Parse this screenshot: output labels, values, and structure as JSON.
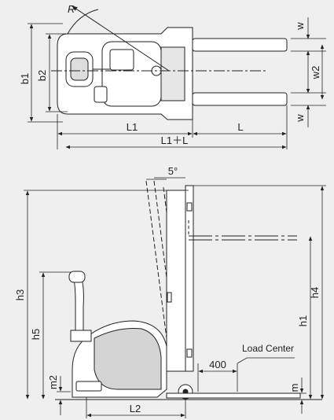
{
  "top_view": {
    "labels": {
      "R": "R",
      "b1": "b1",
      "b2": "b2",
      "w_top": "w",
      "w2": "w2",
      "w_bottom": "w",
      "L1": "L1",
      "L": "L",
      "L1_plus_L": "L1＋L"
    }
  },
  "side_view": {
    "labels": {
      "tilt": "5°",
      "h3": "h3",
      "h4": "h4",
      "h1": "h1",
      "h5": "h5",
      "m2": "m2",
      "m": "m",
      "L2": "L2",
      "load_center": "Load Center",
      "load_center_value": "400"
    }
  },
  "colors": {
    "background": "#efefef",
    "line": "#222222",
    "body_fill": "#ffffff",
    "shade": "#cfcfcf"
  }
}
